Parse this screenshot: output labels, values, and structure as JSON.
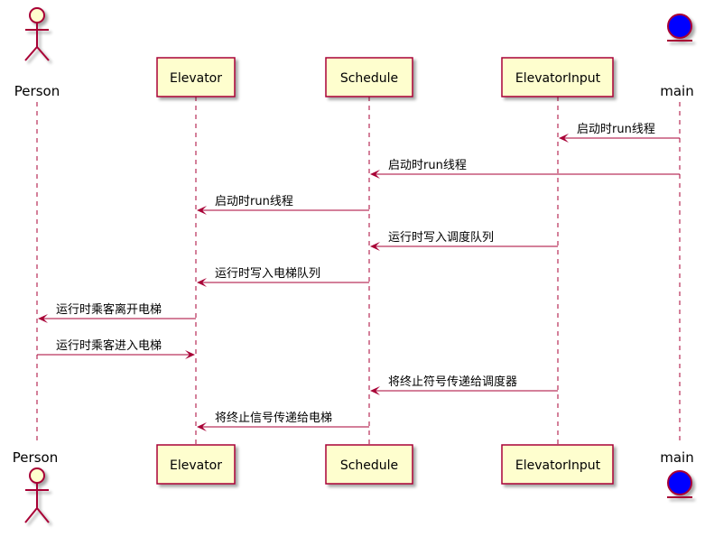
{
  "participants": [
    {
      "id": "person",
      "label": "Person",
      "kind": "actor"
    },
    {
      "id": "elevator",
      "label": "Elevator",
      "kind": "box"
    },
    {
      "id": "schedule",
      "label": "Schedule",
      "kind": "box"
    },
    {
      "id": "input",
      "label": "ElevatorInput",
      "kind": "box"
    },
    {
      "id": "main",
      "label": "main",
      "kind": "entity"
    }
  ],
  "messages": [
    {
      "from": "main",
      "to": "input",
      "label": "启动时run线程"
    },
    {
      "from": "main",
      "to": "schedule",
      "label": "启动时run线程"
    },
    {
      "from": "schedule",
      "to": "elevator",
      "label": "启动时run线程"
    },
    {
      "from": "input",
      "to": "schedule",
      "label": "运行时写入调度队列"
    },
    {
      "from": "schedule",
      "to": "elevator",
      "label": "运行时写入电梯队列"
    },
    {
      "from": "elevator",
      "to": "person",
      "label": "运行时乘客离开电梯"
    },
    {
      "from": "person",
      "to": "elevator",
      "label": "运行时乘客进入电梯"
    },
    {
      "from": "input",
      "to": "schedule",
      "label": "将终止符号传递给调度器"
    },
    {
      "from": "schedule",
      "to": "elevator",
      "label": "将终止信号传递给电梯"
    }
  ],
  "colors": {
    "box_fill": "#FEFECE",
    "box_border": "#A80036",
    "arrow": "#A80036",
    "entity_fill": "#0000FF",
    "lifeline": "#A80036"
  }
}
